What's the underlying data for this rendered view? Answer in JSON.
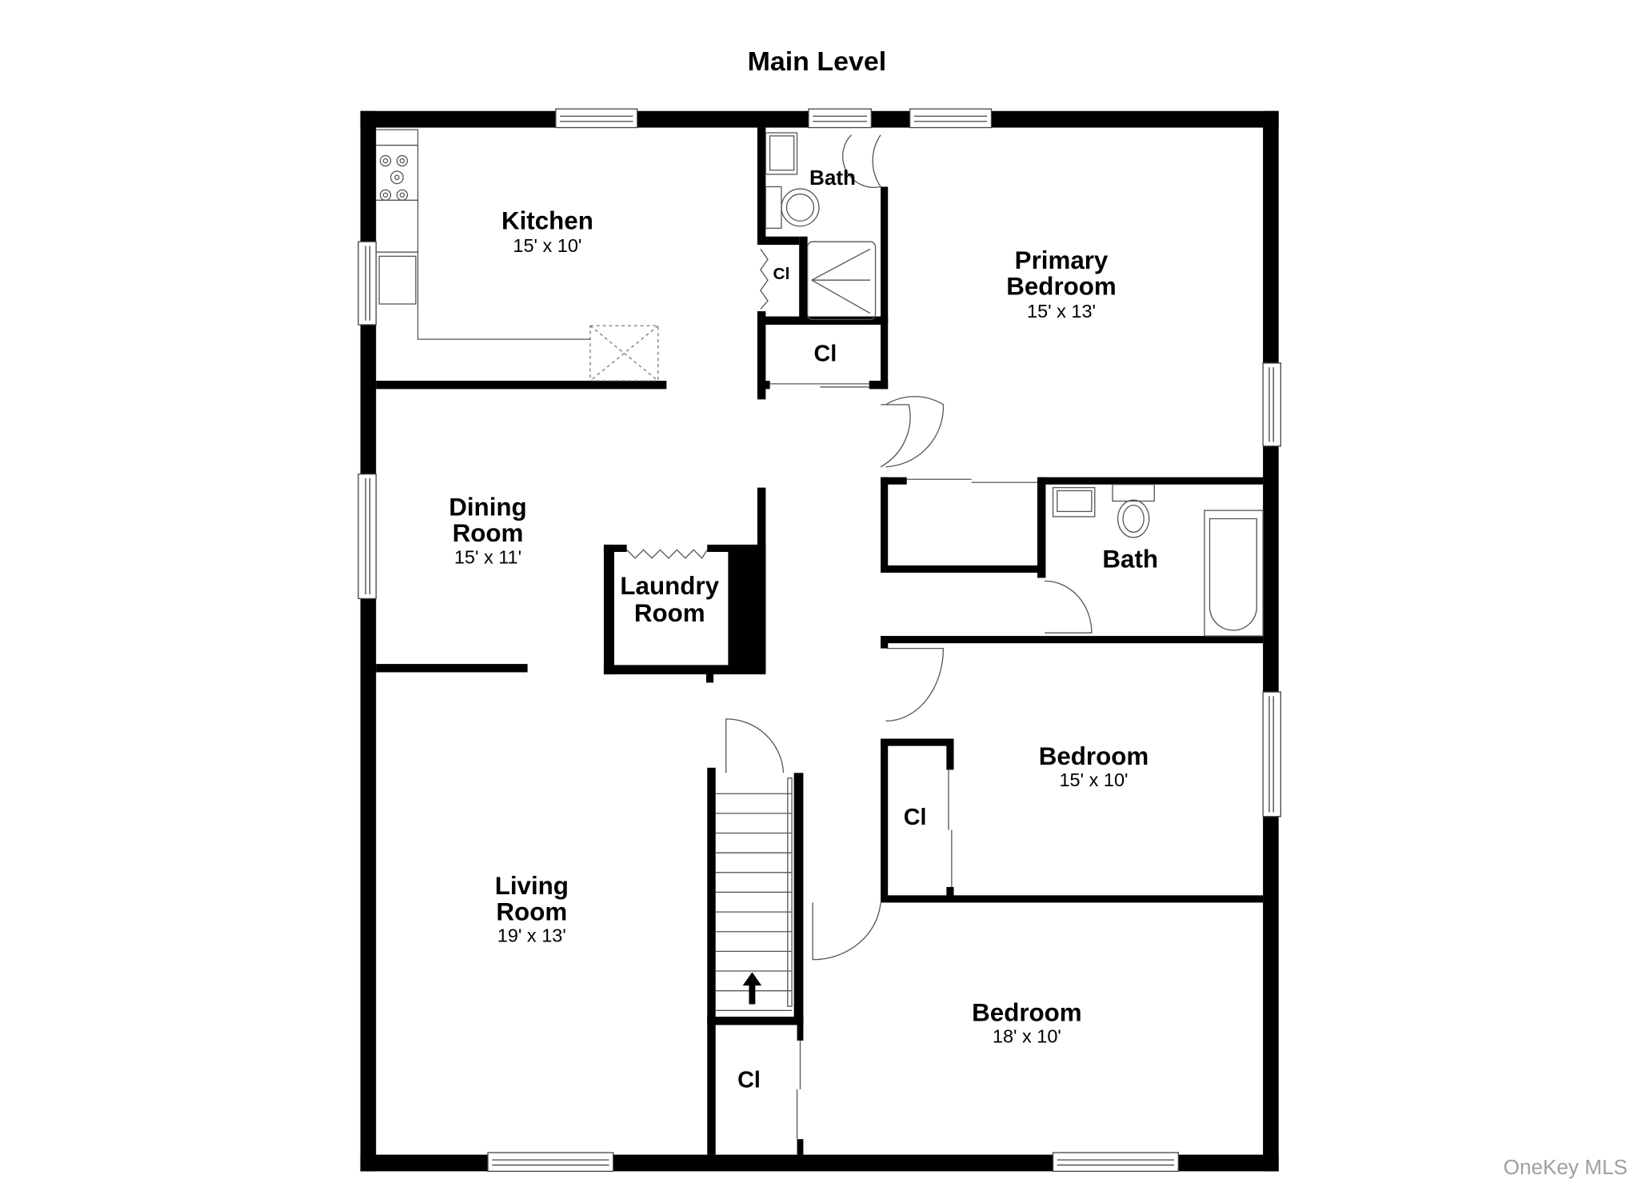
{
  "title": "Main Level",
  "watermark": "OneKey MLS",
  "rooms": {
    "kitchen": {
      "name": "Kitchen",
      "size": "15' x 10'"
    },
    "bath_primary": {
      "name": "Bath"
    },
    "closet_small": {
      "name": "Cl"
    },
    "closet_primary": {
      "name": "Cl"
    },
    "primary_bedroom": {
      "name_line1": "Primary",
      "name_line2": "Bedroom",
      "size": "15' x 13'"
    },
    "dining_room": {
      "name_line1": "Dining",
      "name_line2": "Room",
      "size": "15' x 11'"
    },
    "laundry_room": {
      "name_line1": "Laundry",
      "name_line2": "Room"
    },
    "bath_hall": {
      "name": "Bath"
    },
    "bedroom_2": {
      "name": "Bedroom",
      "size": "15' x 10'"
    },
    "closet_bedroom_2": {
      "name": "Cl"
    },
    "living_room": {
      "name_line1": "Living",
      "name_line2": "Room",
      "size": "19' x 13'"
    },
    "bedroom_3": {
      "name": "Bedroom",
      "size": "18' x 10'"
    },
    "closet_stair": {
      "name": "Cl"
    }
  },
  "stairs": {
    "direction": "up"
  },
  "colors": {
    "wall": "#000000",
    "background": "#ffffff",
    "watermark": "#a0a0a0"
  }
}
